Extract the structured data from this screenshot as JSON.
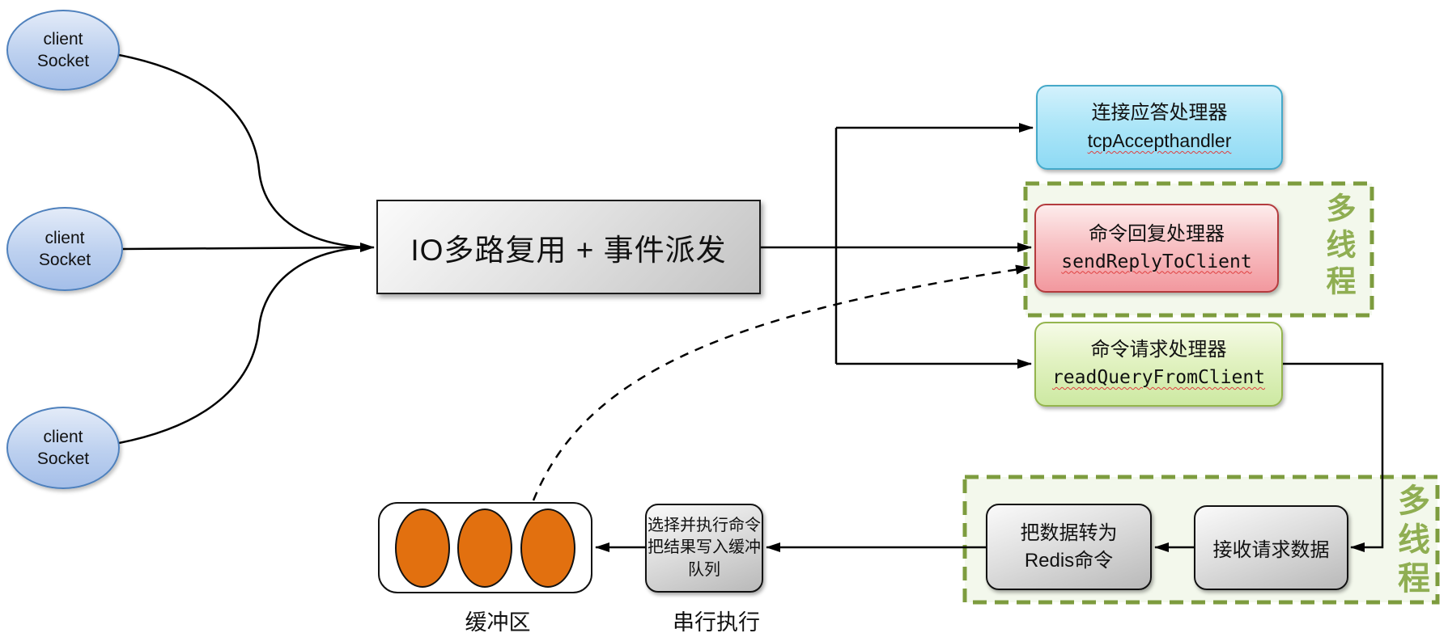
{
  "clients": [
    {
      "label": "client\nSocket"
    },
    {
      "label": "client\nSocket"
    },
    {
      "label": "client\nSocket"
    }
  ],
  "multiplexer": {
    "label": "IO多路复用 + 事件派发"
  },
  "handlers": {
    "accept": {
      "title": "连接应答处理器",
      "code": "tcpAccepthandler"
    },
    "reply": {
      "title": "命令回复处理器",
      "code": "sendReplyToClient"
    },
    "read": {
      "title": "命令请求处理器",
      "code": "readQueryFromClient"
    }
  },
  "regions": {
    "top_label": "多线程",
    "bottom_label": "多线程"
  },
  "pipeline": {
    "receive": "接收请求数据",
    "convert": "把数据转为\nRedis命令",
    "execute": "选择并执行命令\n把结果写入缓冲\n队列"
  },
  "captions": {
    "buffer": "缓冲区",
    "serial": "串行执行"
  },
  "colors": {
    "client_fill": "#bcd0ef",
    "client_border": "#4f81bd",
    "accept_fill": "#8edaf4",
    "accept_border": "#45a9c9",
    "reply_fill": "#f2989e",
    "reply_border": "#b43b3e",
    "read_fill": "#cde9a2",
    "read_border": "#94b54e",
    "region_border": "#7d9c3e",
    "region_fill": "#f3f8ec",
    "thread_text": "#8fae52",
    "buffer_circle": "#e2700f",
    "arrow": "#000000",
    "spellcheck_underline": "#e04040"
  }
}
